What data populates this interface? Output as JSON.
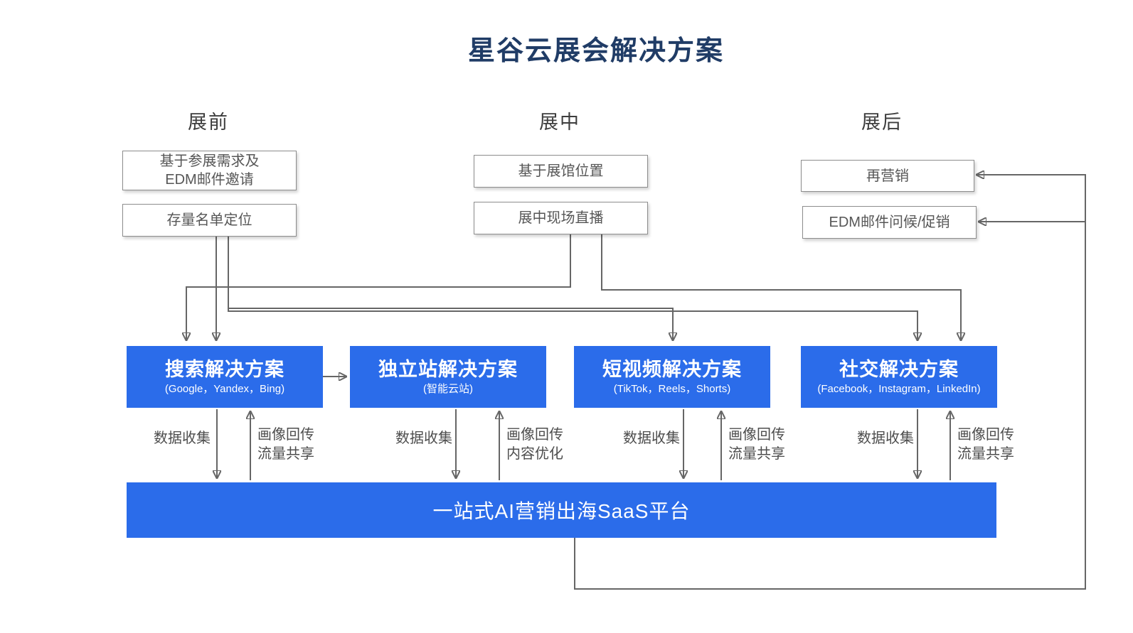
{
  "page": {
    "title": "星谷云展会解决方案"
  },
  "colors": {
    "accent_blue": "#2B6CEA",
    "title_navy": "#203C66",
    "box_border": "#8d8d8d",
    "connector_gray": "#666666",
    "box_text_gray": "#565656"
  },
  "phases": [
    {
      "label": "展前",
      "boxes": [
        {
          "lines": [
            "基于参展需求及",
            "EDM邮件邀请"
          ]
        },
        {
          "lines": [
            "存量名单定位"
          ]
        }
      ]
    },
    {
      "label": "展中",
      "boxes": [
        {
          "lines": [
            "基于展馆位置"
          ]
        },
        {
          "lines": [
            "展中现场直播"
          ]
        }
      ]
    },
    {
      "label": "展后",
      "boxes": [
        {
          "lines": [
            "再营销"
          ]
        },
        {
          "lines": [
            "EDM邮件问候/促销"
          ]
        }
      ]
    }
  ],
  "solutions": [
    {
      "title": "搜索解决方案",
      "subtitle": "(Google，Yandex，Bing)"
    },
    {
      "title": "独立站解决方案",
      "subtitle": "(智能云站)"
    },
    {
      "title": "短视频解决方案",
      "subtitle": "(TikTok，Reels，Shorts)"
    },
    {
      "title": "社交解决方案",
      "subtitle": "(Facebook，Instagram，LinkedIn)"
    }
  ],
  "flow_labels": [
    {
      "down": "数据收集",
      "up_lines": [
        "画像回传",
        "流量共享"
      ]
    },
    {
      "down": "数据收集",
      "up_lines": [
        "画像回传",
        "内容优化"
      ]
    },
    {
      "down": "数据收集",
      "up_lines": [
        "画像回传",
        "流量共享"
      ]
    },
    {
      "down": "数据收集",
      "up_lines": [
        "画像回传",
        "流量共享"
      ]
    }
  ],
  "platform": {
    "label": "一站式AI营销出海SaaS平台"
  }
}
